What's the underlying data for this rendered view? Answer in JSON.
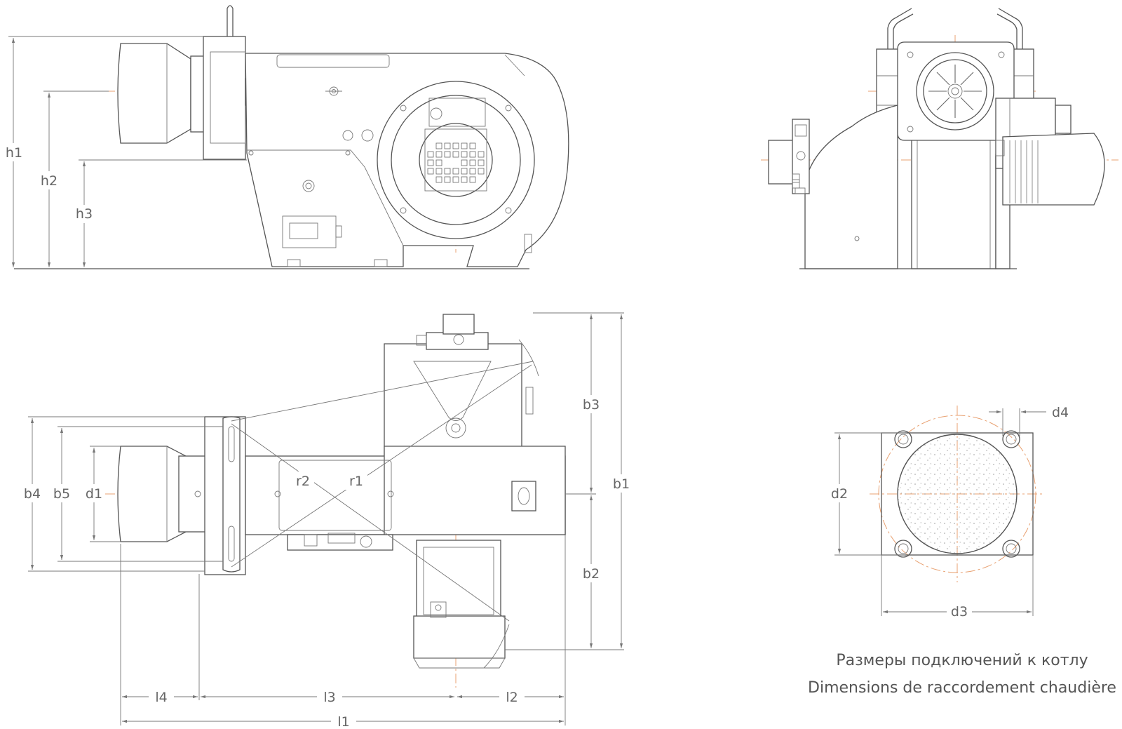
{
  "dimension_labels": {
    "h1": "h1",
    "h2": "h2",
    "h3": "h3",
    "b1": "b1",
    "b2": "b2",
    "b3": "b3",
    "b4": "b4",
    "b5": "b5",
    "d1": "d1",
    "d2": "d2",
    "d3": "d3",
    "d4": "d4",
    "r1": "r1",
    "r2": "r2",
    "l1": "l1",
    "l2": "l2",
    "l3": "l3",
    "l4": "l4"
  },
  "caption": {
    "ru": "Размеры подключений к котлу",
    "fr": "Dimensions de raccordement chaudière"
  },
  "colors": {
    "centerline": "#e8a070",
    "outline": "#555555",
    "dimension": "#777777"
  }
}
